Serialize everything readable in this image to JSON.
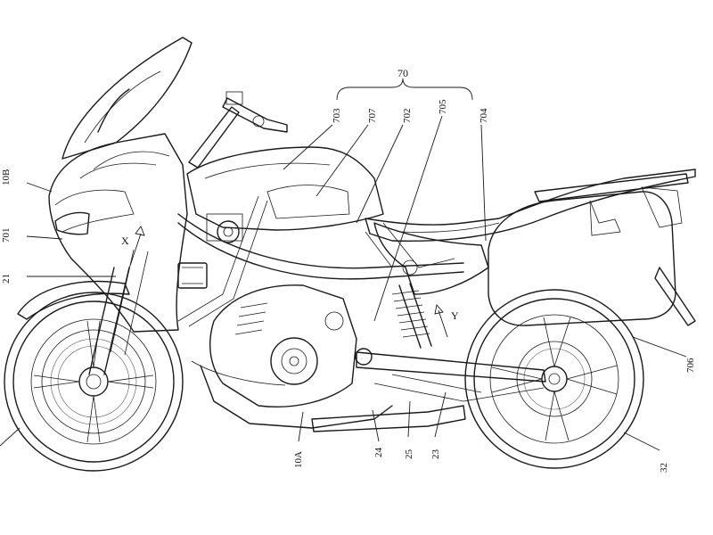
{
  "labels": {
    "group_70": "70",
    "l703": "703",
    "l707": "707",
    "l702": "702",
    "l705": "705",
    "l704": "704",
    "l10B": "10B",
    "l701": "701",
    "l21": "21",
    "lX": "X",
    "lY": "Y",
    "l706": "706",
    "l10A": "10A",
    "l24": "24",
    "l25": "25",
    "l23": "23",
    "l32": "32"
  }
}
